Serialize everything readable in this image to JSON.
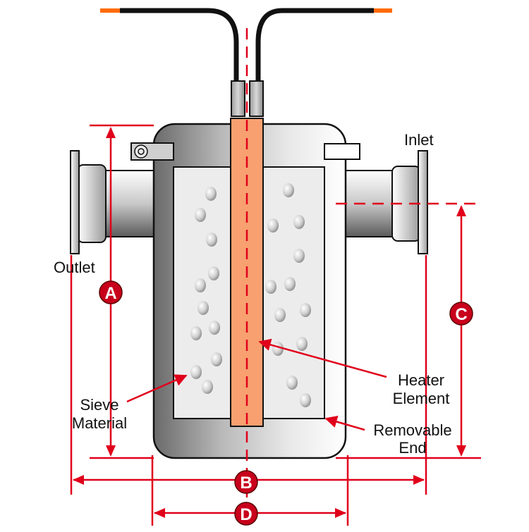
{
  "labels": {
    "inlet": "Inlet",
    "outlet": "Outlet",
    "sieve_line1": "Sieve",
    "sieve_line2": "Material",
    "heater_line1": "Heater",
    "heater_line2": "Element",
    "removable_line1": "Removable",
    "removable_line2": "End"
  },
  "dimensions": {
    "a": "A",
    "b": "B",
    "c": "C",
    "d": "D"
  },
  "colors": {
    "dimension_red": "#e0001b",
    "badge_red": "#c8001c",
    "heater_orange": "#f9a070",
    "wire_tip_orange": "#ff6a00",
    "sieve_panel": "#ececec",
    "outline": "#111111"
  }
}
